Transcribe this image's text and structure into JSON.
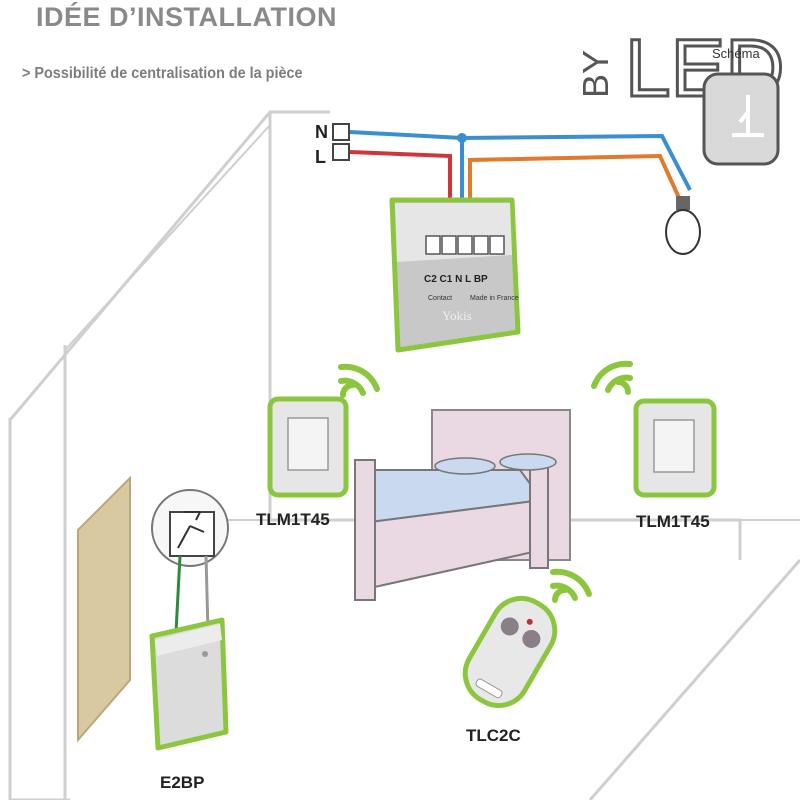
{
  "header": {
    "title": "IDÉE D’INSTALLATION",
    "subtitle": "> Possibilité de centralisation de la pièce"
  },
  "logo": {
    "text_by": "BY",
    "text_led": "LED",
    "badge": "Schéma"
  },
  "wiring": {
    "neutral_label": "N",
    "live_label": "L"
  },
  "module": {
    "terminals": "C2 C1   N   L   BP",
    "brand": "Yokis",
    "small_text_1": "Contact",
    "small_text_2": "Made in France"
  },
  "devices": {
    "switch_left": "TLM1T45",
    "switch_right": "TLM1T45",
    "remote": "TLC2C",
    "transmitter": "E2BP"
  },
  "colors": {
    "neutral_wire": "#3b8fd0",
    "live_wire": "#d2343c",
    "load_wire": "#e07a2c",
    "accent_green": "#8cc63f",
    "wall_line": "#c9c9c9"
  }
}
